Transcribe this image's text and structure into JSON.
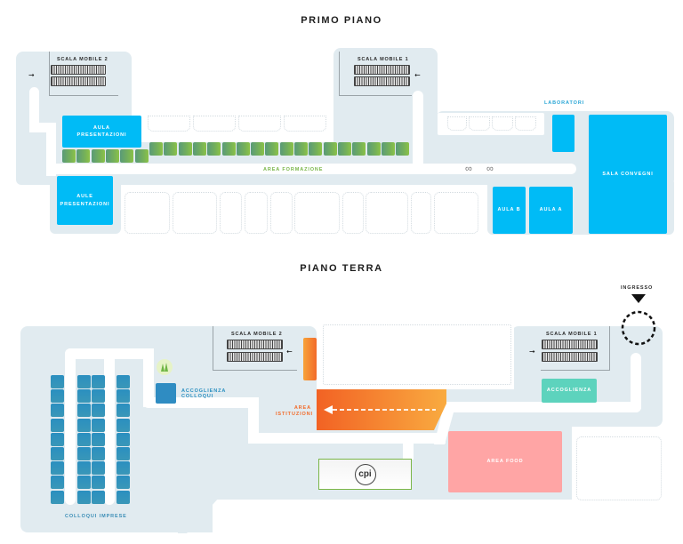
{
  "floors": {
    "primo_piano": {
      "title": "PRIMO PIANO",
      "escalator_2": "SCALA MOBILE 2",
      "escalator_1": "SCALA MOBILE 1",
      "aula_presentazioni": "AULA PRESENTAZIONI",
      "aule_presentazioni": "AULE PRESENTAZIONI",
      "area_formazione": "AREA FORMAZIONE",
      "laboratori": "LABORATORI",
      "sala_convegni": "SALA CONVEGNI",
      "aula_b": "AULA B",
      "aula_a": "AULA A",
      "green_seats_main_row": 18,
      "green_seats_left_row": 6
    },
    "piano_terra": {
      "title": "PIANO TERRA",
      "escalator_2": "SCALA MOBILE 2",
      "escalator_1": "SCALA MOBILE 1",
      "ingresso": "INGRESSO",
      "accoglienza": "ACCOGLIENZA",
      "accoglienza_colloqui": "ACCOGLIENZA COLLOQUI",
      "area_istituzioni": "AREA ISTITUZIONI",
      "area_food": "AREA FOOD",
      "colloqui_imprese": "COLLOQUI IMPRESE",
      "cpi_logo": "cpi",
      "booth_rows": 9,
      "booth_columns": 4
    }
  },
  "colors": {
    "zone": "#e1ebf0",
    "room_blue": "#00bbf6",
    "booth_blue": "#2a8fc0",
    "formazione_green": "#7ab648",
    "istituzioni_orange": "#f26b2a",
    "accoglienza_teal": "#5dd3bd",
    "food_pink": "#ffa5a5",
    "laboratori_label": "#2aa6d6"
  },
  "icons": {
    "escalator": "escalator-icon",
    "arrow": "arrow-icon",
    "entrance": "entrance-marker-icon",
    "trees": "trees-icon",
    "restroom": "restroom-icon",
    "cpi": "cpi-logo-icon"
  }
}
